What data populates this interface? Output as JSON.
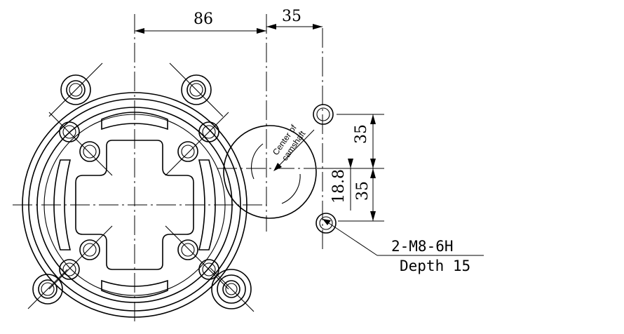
{
  "dimensions": {
    "d86": "86",
    "d35_top": "35",
    "d35_upper": "35",
    "d35_lower": "35",
    "d18_8": "18.8"
  },
  "camshaft_label": {
    "line1": "Center of",
    "line2": "camshaft"
  },
  "thread_note": {
    "line1": "2-M8-6H",
    "line2": "Depth 15"
  }
}
